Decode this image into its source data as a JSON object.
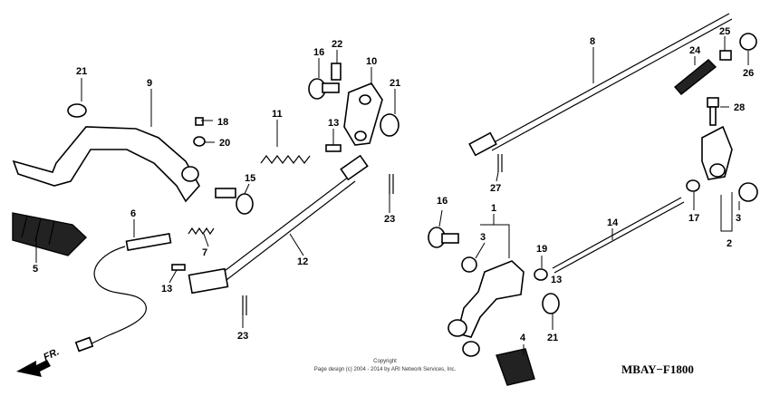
{
  "diagram": {
    "code": "MBAY−F1800",
    "direction_label": "FR.",
    "copyright_heading": "Copyright",
    "copyright_text": "Page design (c) 2004 - 2014 by ARI Network Services, Inc."
  },
  "callouts": [
    "21",
    "9",
    "18",
    "20",
    "5",
    "6",
    "7",
    "13",
    "15",
    "11",
    "16",
    "22",
    "10",
    "21",
    "13",
    "12",
    "23",
    "23",
    "8",
    "25",
    "24",
    "26",
    "28",
    "27",
    "16",
    "3",
    "1",
    "14",
    "17",
    "3",
    "2",
    "19",
    "13",
    "21",
    "4"
  ]
}
